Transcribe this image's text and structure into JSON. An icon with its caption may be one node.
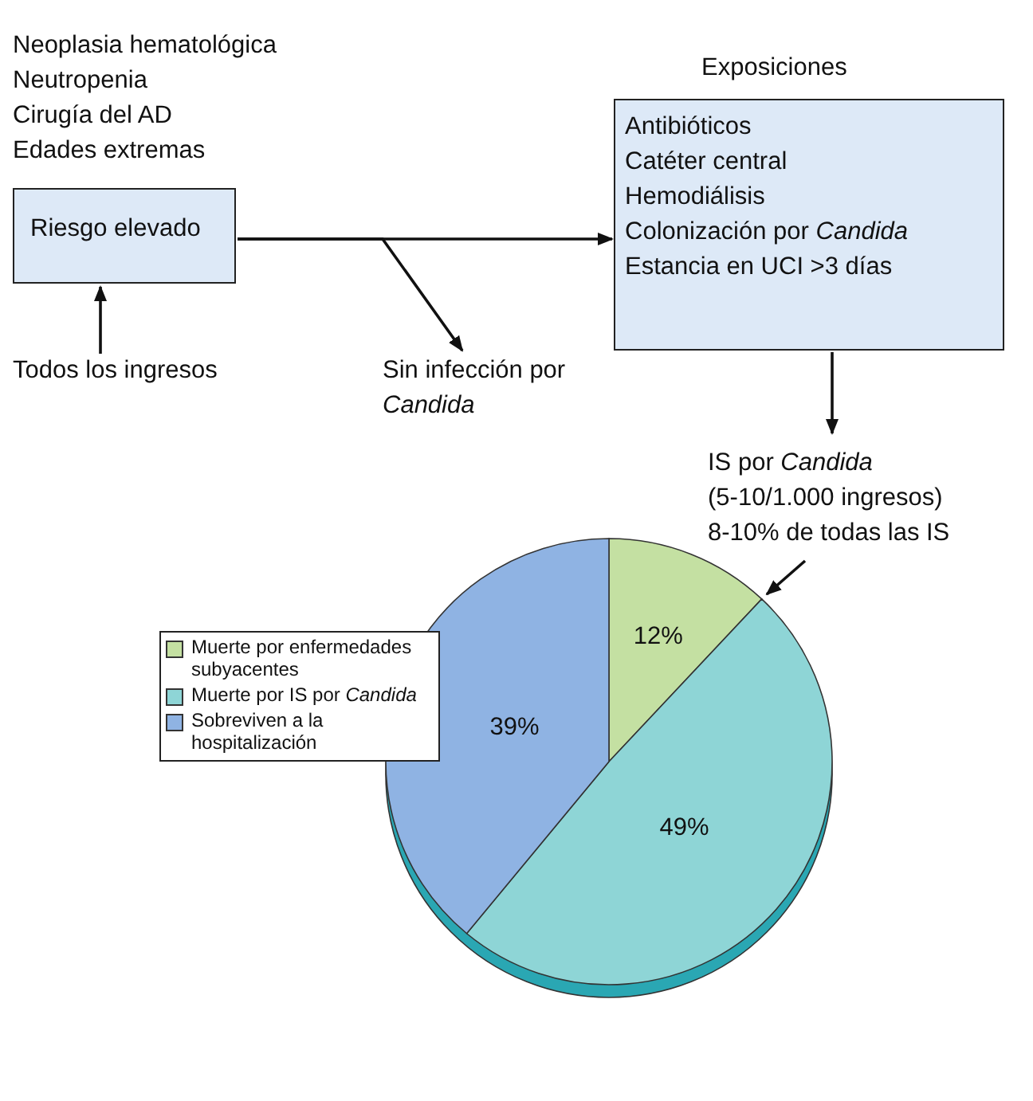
{
  "diagram": {
    "nodes": [
      {
        "text": [
          "Riesgo elevado"
        ],
        "beside": [
          "Neoplasia hematológica",
          "Neutropenia",
          "Cirugía del AD",
          "Edades extremas"
        ]
      },
      {
        "text": [
          "Exposiciones",
          "Antibióticos",
          "Catéter central",
          "Hemodiálisis",
          "Colonización por *Candida*",
          "Estancia en UCI >3 días"
        ]
      },
      {
        "text": [
          "Todos los ingresos"
        ]
      },
      {
        "text": [
          "Sin infección por *Candida*"
        ]
      },
      {
        "text": [
          "IS por *Candida*",
          "(5-10/1.000 ingresos)",
          "8-10% de todas las IS"
        ]
      }
    ],
    "edges": [
      {
        "from": 2,
        "to": 0,
        "arrow": "to"
      },
      {
        "from": 0,
        "to": 1,
        "arrow": "to"
      },
      {
        "from": 0,
        "to": 3,
        "arrow": "to"
      },
      {
        "from": 1,
        "to": 4,
        "arrow": "to"
      },
      {
        "from": 4,
        "to": null,
        "arrow": "to"
      }
    ],
    "legend": [
      {
        "text": "Muerte por enfermedades subyacentes",
        "color": "#c4e0a2"
      },
      {
        "text": "Muerte por IS por *Candida*",
        "color": "#8ed5d6"
      },
      {
        "text": "Sobreviven a la hospitalización",
        "color": "#8fb3e3"
      }
    ],
    "chart_data": {
      "type": "pie",
      "series": [
        {
          "values": [
            12,
            49,
            39
          ]
        }
      ],
      "value_labels": [
        "12%",
        "49%",
        "39%"
      ]
    }
  }
}
